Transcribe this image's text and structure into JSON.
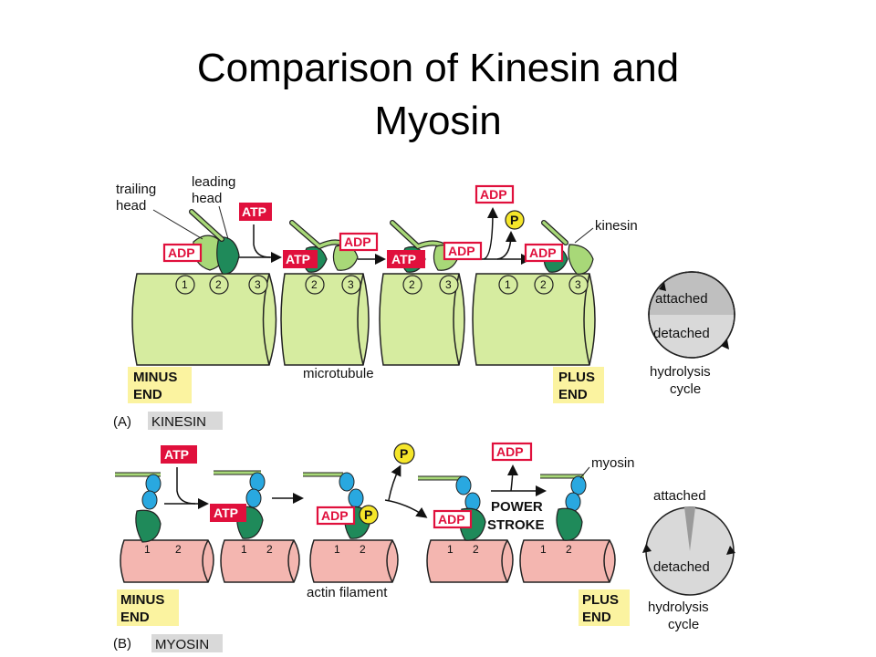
{
  "title": {
    "line1": "Comparison of Kinesin and",
    "line2": "Myosin"
  },
  "kinesin_panel": {
    "trailing_head": [
      "trailing",
      "head"
    ],
    "leading_head": [
      "leading",
      "head"
    ],
    "atp": "ATP",
    "adp": "ADP",
    "p": "P",
    "kinesin": "kinesin",
    "microtubule": "microtubule",
    "minus_end": [
      "MINUS",
      "END"
    ],
    "plus_end": [
      "PLUS",
      "END"
    ],
    "panel_letter": "(A)",
    "panel_name": "KINESIN",
    "sites": [
      "1",
      "2",
      "3"
    ],
    "cycle": {
      "attached": "attached",
      "detached": "detached",
      "caption": [
        "hydrolysis",
        "cycle"
      ]
    }
  },
  "myosin_panel": {
    "atp": "ATP",
    "adp": "ADP",
    "p": "P",
    "myosin": "myosin",
    "power_stroke": [
      "POWER",
      "STROKE"
    ],
    "actin_filament": "actin filament",
    "minus_end": [
      "MINUS",
      "END"
    ],
    "plus_end": [
      "PLUS",
      "END"
    ],
    "panel_letter": "(B)",
    "panel_name": "MYOSIN",
    "sites": [
      "1",
      "2"
    ],
    "cycle": {
      "attached": "attached",
      "detached": "detached",
      "caption": [
        "hydrolysis",
        "cycle"
      ]
    }
  },
  "colors": {
    "microtubule": "#d6eca0",
    "kinesin_light": "#a8d878",
    "kinesin_dark": "#1f8a5a",
    "actin": "#f4b6b0",
    "myosin_dark": "#1f8a5a",
    "myosin_bead": "#29a8e0",
    "atp_red": "#e0103c",
    "p_yellow": "#f5e62a",
    "end_label_bg": "#fbf3a0",
    "panel_name_bg": "#d9d9d9",
    "cycle_grey": "#bfbfbf"
  }
}
